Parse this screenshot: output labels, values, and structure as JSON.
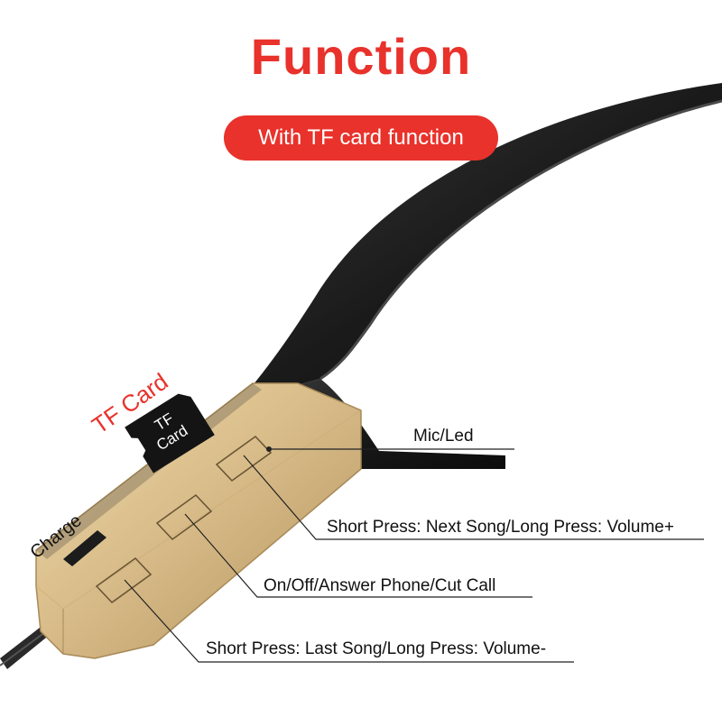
{
  "header": {
    "title": "Function",
    "subtitle_pill": "With TF card function"
  },
  "device": {
    "tf_card_callout": "TF Card",
    "tf_card_print": [
      "TF",
      "Card"
    ],
    "charge_label": "Charge"
  },
  "callouts": {
    "mic_led": "Mic/Led",
    "next_song": "Short Press: Next Song/Long Press: Volume+",
    "power_answer": "On/Off/Answer Phone/Cut Call",
    "last_song": "Short Press: Last Song/Long Press: Volume-"
  },
  "colors": {
    "accent_red": "#e8322b",
    "body_gold": "#d8bd8b",
    "band_black": "#1b1b1b"
  }
}
